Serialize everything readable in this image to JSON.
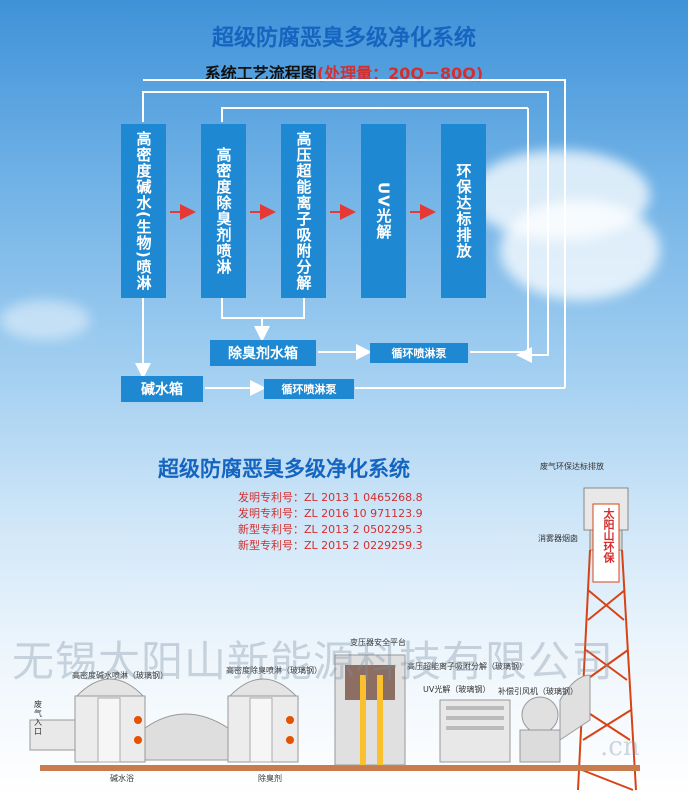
{
  "header": {
    "title": "超级防腐恶臭多级净化系统",
    "subtitle_prefix": "系统工艺流程图",
    "subtitle_capacity": "(处理量：20Q－80Q)"
  },
  "flow": {
    "boxes": [
      "高密度碱水(生物)喷淋",
      "高密度除臭剂喷淋",
      "高压超能离子吸附分解",
      "UV光解",
      "环保达标排放"
    ],
    "tank1": "除臭剂水箱",
    "pump1": "循环喷淋泵",
    "tank2": "碱水箱",
    "pump2": "循环喷淋泵"
  },
  "equipment": {
    "title": "超级防腐恶臭多级净化系统",
    "patents": [
      "发明专利号：ZL 2013 1 0465268.8",
      "发明专利号：ZL 2016 10 971123.9",
      "新型专利号：ZL 2013 2 0502295.3",
      "新型专利号：ZL 2015 2 0229259.3"
    ],
    "labels": {
      "exhaust": "废气环保达标排放",
      "chimney": "消雾器烟囱",
      "chimney_brand": "太阳山环保",
      "alkali_tower": "高密度碱水喷淋（玻璃钢）",
      "deodor_tower": "高密度除臭喷淋（玻璃钢）",
      "platform": "变压器安全平台",
      "ion": "高压超能离子吸附分解（玻璃钢）",
      "uv": "UV光解（玻璃钢）",
      "fan": "补偿引风机（玻璃钢）",
      "inlet": "废气入口",
      "alkali_pool": "碱水浴",
      "deodor_pool": "除臭剂"
    },
    "watermark": "无锡太阳山新能源科技有限公司",
    "watermark_url": ".cn"
  }
}
